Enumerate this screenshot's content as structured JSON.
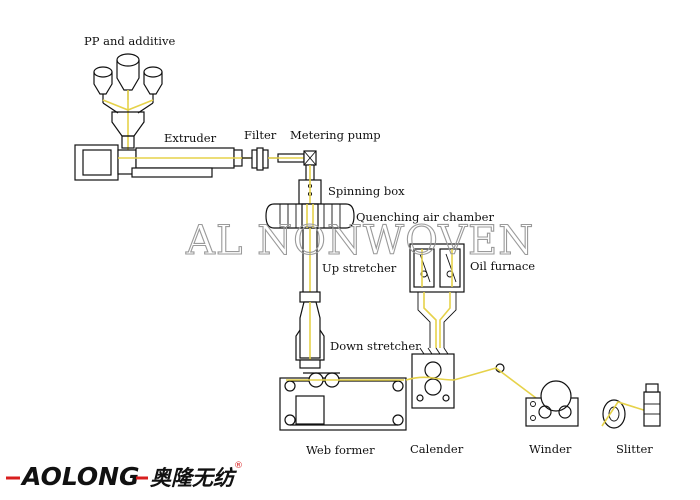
{
  "labels": {
    "pp_additive": "PP and additive",
    "extruder": "Extruder",
    "filter": "Filter",
    "metering_pump": "Metering pump",
    "spinning_box": "Spinning box",
    "quenching": "Quenching air chamber",
    "up_stretcher": "Up stretcher",
    "oil_furnace": "Oil furnace",
    "down_stretcher": "Down stretcher",
    "web_former": "Web former",
    "calender": "Calender",
    "winder": "Winder",
    "slitter": "Slitter"
  },
  "watermark": "AL NONWOVEN",
  "brand": {
    "latin": "AOLONG",
    "chinese": "奥隆无纺",
    "reg_mark": "®"
  },
  "colors": {
    "flow": "#e6d24a",
    "brand_dash": "#d81e1e",
    "watermark": "#9a9a9a"
  }
}
